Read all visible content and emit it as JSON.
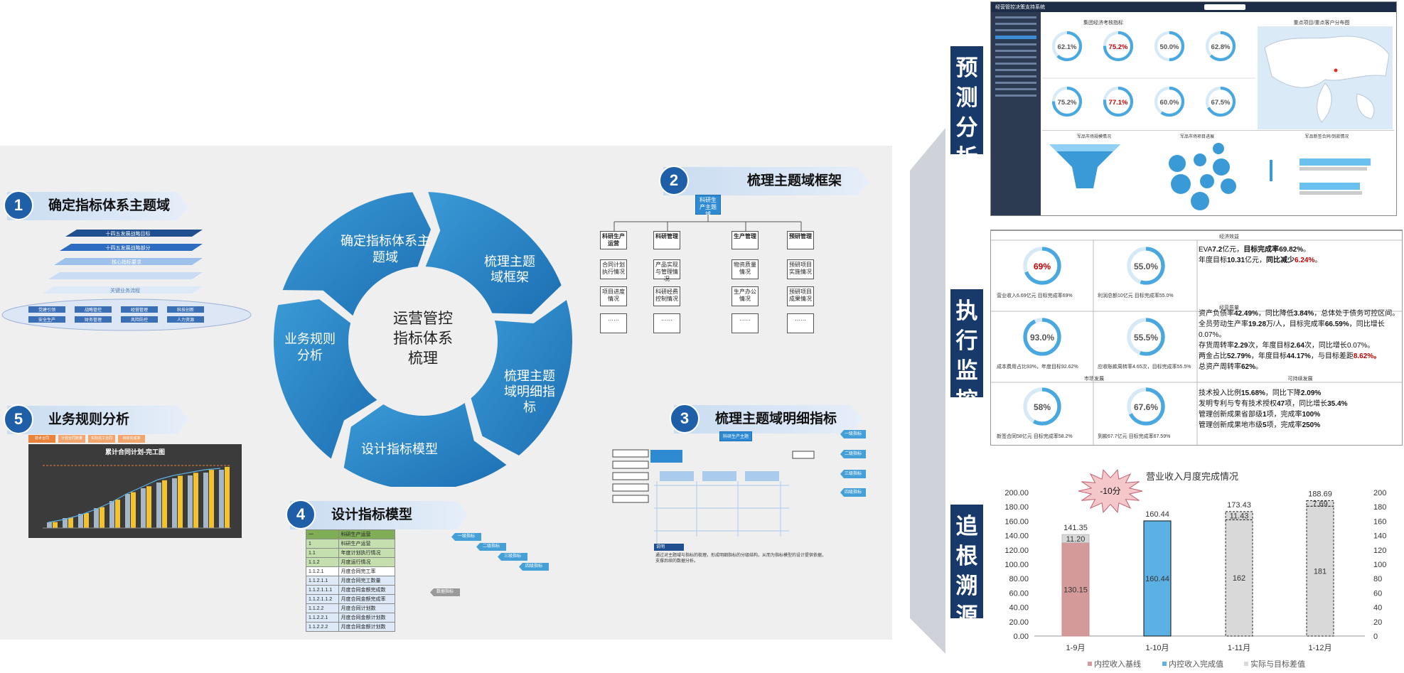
{
  "steps": [
    {
      "num": "1",
      "label": "确定指标体系主题域"
    },
    {
      "num": "2",
      "label": "梳理主题域框架"
    },
    {
      "num": "3",
      "label": "梳理主题域明细指标"
    },
    {
      "num": "4",
      "label": "设计指标模型"
    },
    {
      "num": "5",
      "label": "业务规则分析"
    }
  ],
  "cycle": {
    "center": [
      "运营管控",
      "指标体系",
      "梳理"
    ],
    "segments": [
      [
        "确定指标体系主",
        "题域"
      ],
      [
        "梳理主题",
        "域框架"
      ],
      [
        "梳理主题",
        "域明细指",
        "标"
      ],
      [
        "设计指标模型"
      ],
      [
        "业务规则",
        "分析"
      ]
    ]
  },
  "pyramid": {
    "layers": [
      "十四五发展战略目标",
      "十四五发展战略部分",
      "核心指标要求",
      "",
      "关键业务流程"
    ],
    "base_items": [
      "党建引领",
      "战略管控",
      "经营管理",
      "科技创新",
      "安全生产",
      "财务管理",
      "风险防控",
      "人力资源"
    ]
  },
  "framework": {
    "root": "科研生产主题域",
    "columns": [
      {
        "head": "科研生产运营",
        "items": [
          "合同计划执行情况",
          "项目进度情况",
          "……"
        ]
      },
      {
        "head": "科研管理",
        "items": [
          "产品实现与管理情况",
          "科研经费控制情况",
          "……"
        ]
      },
      {
        "head": "生产管理",
        "items": [
          "物资质量情况",
          "生产办公情况",
          "……"
        ]
      },
      {
        "head": "预研管理",
        "items": [
          "预研项目实施情况",
          "预研项目成果情况",
          "……"
        ]
      }
    ]
  },
  "detail": {
    "tags": [
      "一级指标",
      "二级指标",
      "三级指标",
      "四级指标"
    ],
    "root": "科研生产主题",
    "note_title": "说明",
    "note": "通过对主题域与指标的梳理，形成明细指标的分级结构，从而为指标模型的设计提供依据，支撑后续的数据分析。"
  },
  "model": {
    "rows": [
      [
        "一",
        "科研生产运营"
      ],
      [
        "1",
        "科研生产运营"
      ],
      [
        "1.1",
        "年度计划执行情况"
      ],
      [
        "1.1.2",
        "月度运行情况"
      ],
      [
        "1.1.2.1",
        "月度合同完工率"
      ],
      [
        "1.1.2.1.1",
        "月度合同完工数量"
      ],
      [
        "1.1.2.1.1.1",
        "月度合同金额完成数"
      ],
      [
        "1.1.2.1.1.2",
        "月度合同金额完成率"
      ],
      [
        "1.1.2.2",
        "月度合同计划数"
      ],
      [
        "1.1.2.2.1",
        "月度合同金额计划数"
      ],
      [
        "1.1.2.2.2",
        "月度合同金额计划数"
      ]
    ],
    "tags": [
      "一级指标",
      "二级指标",
      "三级指标",
      "四级指标",
      "数据指标"
    ]
  },
  "rules": {
    "tabs": [
      "技术合同",
      "计划合同数量",
      "实际完工合同",
      "目标完成率"
    ],
    "chart_title": "累计合同计划-完工图"
  },
  "side_titles": [
    "预测分析",
    "执行监控",
    "追根溯源"
  ],
  "dashboard": {
    "app_title": "经营管控决策支持系统",
    "group_title": "集团经济考核指标",
    "map_title": "重点项目/重点客户分布图",
    "gauges_top": [
      "62.1%",
      "75.2%",
      "50.0%",
      "62.8%"
    ],
    "gauges_bottom": [
      "75.2%",
      "77.1%",
      "60.0%",
      "67.5%"
    ],
    "sub_titles": [
      "军品市场规模情况",
      "军品市场项目进展",
      "军品新签合同/到款情况"
    ]
  },
  "monitor": {
    "section_titles": [
      "经济效益",
      "经营质量",
      "市场发展",
      "可持续发展"
    ],
    "gauges": [
      "69%",
      "55.0%",
      "93.0%",
      "55.5%",
      "58%",
      "67.6%"
    ],
    "gauge_red": [
      true,
      false,
      false,
      false,
      false,
      false
    ],
    "lines": [
      {
        "a": "EVA",
        "b": "7.2",
        "c": "亿元，",
        "d": "目标完成率",
        "e": "69.82%",
        "f": "。"
      },
      {
        "a": "年度目标",
        "b": "10.31",
        "c": "亿元，",
        "d": "同比减少",
        "e": "6.24%",
        "f": "。"
      },
      {
        "a": "资产负债率",
        "b": "42.49%",
        "c": "，同比降低",
        "d": "3.84%",
        "e": "，总体处于债务可控区间。",
        "f": ""
      },
      {
        "a": "全员劳动生产率",
        "b": "19.28",
        "c": "万/人，目标完成率",
        "d": "66.59%",
        "e": "，同比增长",
        "f": "0.07%。"
      },
      {
        "a": "存货周转率",
        "b": "2.29",
        "c": "次，年度目标",
        "d": "2.64",
        "e": "次，同比增长",
        "f": "0.07%。"
      },
      {
        "a": "两金占比",
        "b": "52.79%",
        "c": "，年度目标",
        "d": "44.17%",
        "e": "，与目标差距",
        "f": "8.62%。"
      },
      {
        "a": "总资产周转率",
        "b": "62%",
        "c": "。",
        "d": "",
        "e": "",
        "f": ""
      },
      {
        "a": "技术投入比例",
        "b": "15.68%",
        "c": "，同比下降",
        "d": "2.09%",
        "e": "",
        "f": ""
      },
      {
        "a": "发明专利与专有技术授权",
        "b": "47",
        "c": "项，同比增长",
        "d": "35.4%",
        "e": "",
        "f": ""
      },
      {
        "a": "管理创新成果省部级",
        "b": "1",
        "c": "项，完成率",
        "d": "100%",
        "e": "",
        "f": ""
      },
      {
        "a": "管理创新成果地市级",
        "b": "5",
        "c": "项，完成率",
        "d": "250%",
        "e": "",
        "f": ""
      }
    ],
    "captions": [
      [
        "营业收入6.69亿元",
        "目标完成率69%"
      ],
      [
        "利润总额10亿元",
        "目标完成率55.0%"
      ],
      [
        "成本费用占比93%，年度目标92.62%"
      ],
      [
        "应收账款周转率4.65次，目标完成率55.5%"
      ],
      [
        "新签合同58亿元",
        "目标完成率58.2%"
      ],
      [
        "到款67.7亿元",
        "目标完成率67.59%"
      ]
    ]
  },
  "chart_data": {
    "type": "bar",
    "title": "营业收入月度完成情况",
    "callout": "-10分",
    "categories": [
      "1-9月",
      "1-10月",
      "1-11月",
      "1-12月"
    ],
    "series": [
      {
        "name": "内控收入基线",
        "values": [
          130.15,
          null,
          162,
          181
        ],
        "colors": [
          "#d49a9a",
          null,
          "#d9d9d9",
          "#d9d9d9"
        ]
      },
      {
        "name": "内控收入完成值",
        "values": [
          null,
          160.44,
          null,
          null
        ],
        "colors": [
          null,
          "#5bb1e3",
          null,
          null
        ]
      },
      {
        "name": "实际与目标差值",
        "values": [
          11.2,
          null,
          11.43,
          7.69
        ],
        "colors": [
          "#d9d9d9",
          null,
          "#d9d9d9",
          "#d9d9d9"
        ]
      }
    ],
    "totals": [
      141.35,
      160.44,
      173.43,
      188.69
    ],
    "bar_labels": [
      "130.15",
      "160.44",
      "162",
      "181"
    ],
    "gap_labels": [
      "11.20",
      "",
      "11.43",
      "7.69"
    ],
    "ylim": [
      0,
      200
    ],
    "yticks_left": [
      "0.00",
      "20.00",
      "40.00",
      "60.00",
      "80.00",
      "100.00",
      "120.00",
      "140.00",
      "160.00",
      "180.00",
      "200.00"
    ],
    "yticks_right": [
      "0",
      "20",
      "40",
      "60",
      "80",
      "100",
      "120",
      "140",
      "160",
      "180",
      "200"
    ],
    "legend": [
      "内控收入基线",
      "内控收入完成值",
      "实际与目标差值"
    ]
  }
}
